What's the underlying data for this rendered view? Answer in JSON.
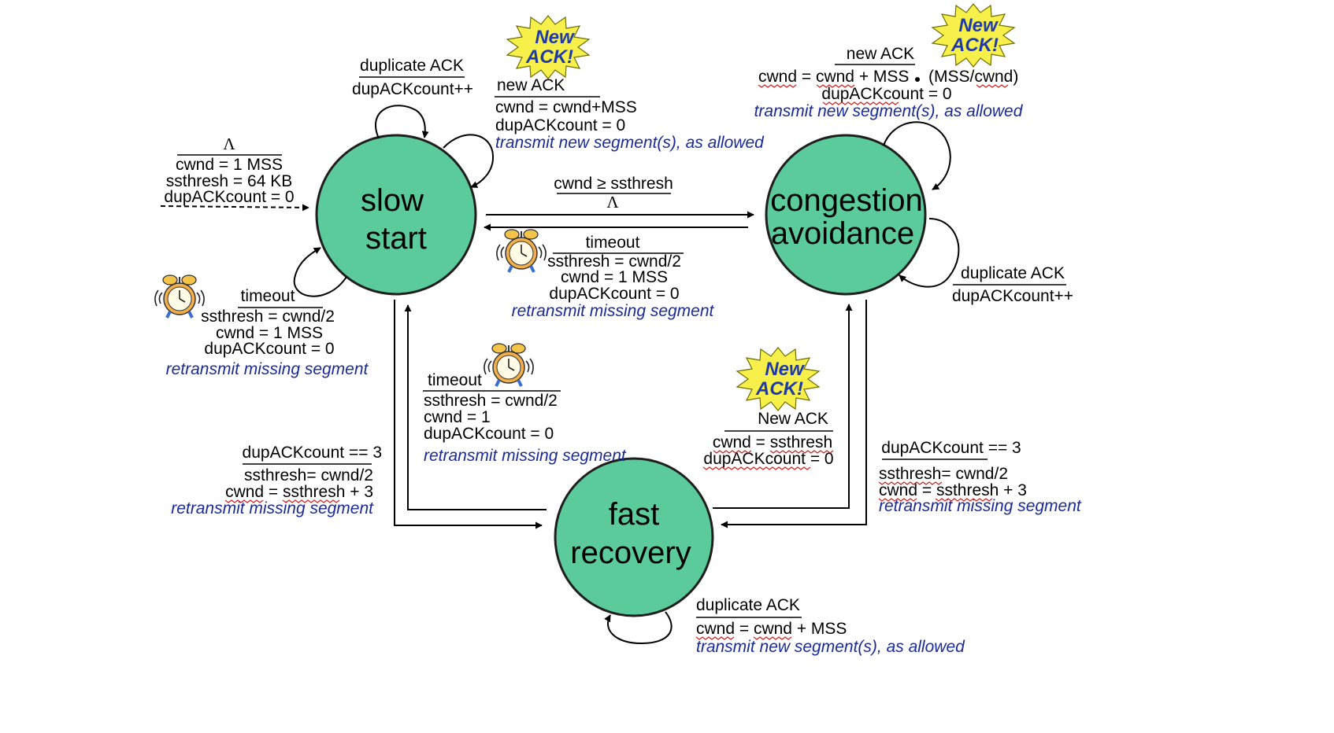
{
  "colors": {
    "state_fill": "#5ccb9b",
    "state_stroke": "#1f1f1f",
    "italic_text": "#1a2a9a",
    "burst_fill": "#f7f04a",
    "burst_text": "#1f3aa8"
  },
  "states": {
    "slow_start": {
      "line1": "slow",
      "line2": "start"
    },
    "congestion_avoidance": {
      "line1": "congestion",
      "line2": "avoidance"
    },
    "fast_recovery": {
      "line1": "fast",
      "line2": "recovery"
    }
  },
  "burst": {
    "line1": "New",
    "line2": "ACK!"
  },
  "icons": {
    "alarm": "alarm-clock-icon",
    "burst": "new-ack-burst-icon"
  },
  "transitions": {
    "initial": {
      "event": "Λ",
      "actions": [
        "cwnd = 1 MSS",
        "ssthresh = 64 KB",
        "dupACKcount = 0"
      ]
    },
    "ss_dup": {
      "event": "duplicate ACK",
      "action": "dupACKcount++"
    },
    "ss_new": {
      "event": "new ACK",
      "actions": [
        "cwnd = cwnd+MSS",
        "dupACKcount = 0"
      ],
      "note": "transmit new segment(s), as allowed"
    },
    "ss_timeout": {
      "event": "timeout",
      "actions": [
        "ssthresh = cwnd/2",
        "cwnd = 1 MSS",
        "dupACKcount = 0"
      ],
      "note": "retransmit missing segment"
    },
    "ss_to_ca": {
      "event": "cwnd ≥ ssthresh",
      "action": "Λ"
    },
    "ca_timeout": {
      "event": "timeout",
      "actions": [
        "ssthresh = cwnd/2",
        "cwnd = 1 MSS",
        "dupACKcount = 0"
      ],
      "note": "retransmit missing segment"
    },
    "ca_new": {
      "event": "new ACK",
      "action_main": "cwnd = cwnd + MSS",
      "action_tail": "(MSS/cwnd)",
      "action2": "dupACKcount = 0",
      "note": "transmit new segment(s), as allowed"
    },
    "ca_dup": {
      "event": "duplicate ACK",
      "action": "dupACKcount++"
    },
    "fr_timeout": {
      "event": "timeout",
      "actions": [
        "ssthresh = cwnd/2",
        "cwnd = 1",
        "dupACKcount = 0"
      ],
      "note": "retransmit missing segment"
    },
    "ss_to_fr": {
      "event": "dupACKcount == 3",
      "actions": [
        "ssthresh= cwnd/2",
        "cwnd = ssthresh + 3"
      ],
      "note": "retransmit missing segment"
    },
    "fr_to_ca": {
      "event": "New ACK",
      "actions": [
        "cwnd = ssthresh",
        "dupACKcount = 0"
      ]
    },
    "ca_to_fr": {
      "event": "dupACKcount == 3",
      "actions": [
        "ssthresh= cwnd/2",
        "cwnd = ssthresh + 3"
      ],
      "note": "retransmit missing segment"
    },
    "fr_dup": {
      "event": "duplicate ACK",
      "action": "cwnd = cwnd + MSS",
      "note": "transmit new segment(s), as allowed"
    }
  }
}
